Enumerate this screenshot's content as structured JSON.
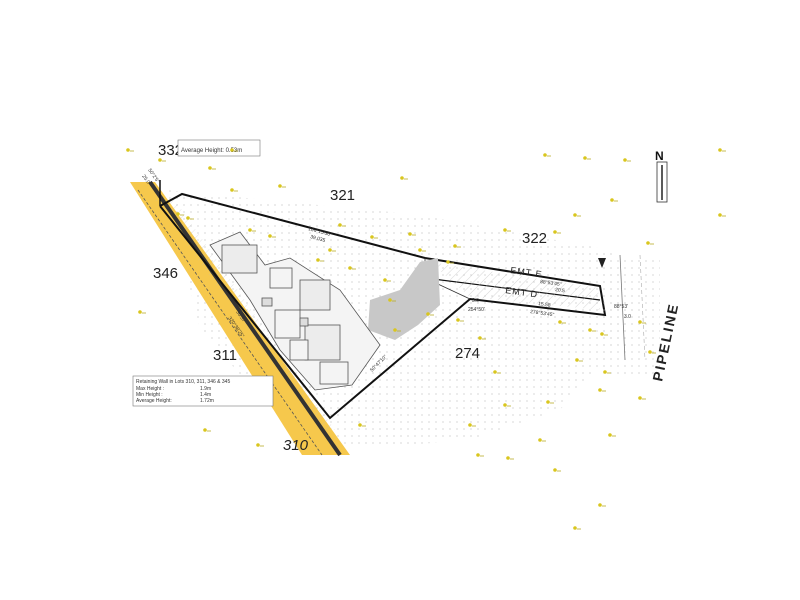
{
  "lots": [
    {
      "id": "332",
      "label": "332"
    },
    {
      "id": "321",
      "label": "321"
    },
    {
      "id": "322",
      "label": "322"
    },
    {
      "id": "346",
      "label": "346"
    },
    {
      "id": "311",
      "label": "311"
    },
    {
      "id": "274",
      "label": "274"
    },
    {
      "id": "310",
      "label": "310"
    }
  ],
  "easements": {
    "upper": "EMT E",
    "lower": "EMT D"
  },
  "road_name": "PIPELINE",
  "north_label": "N",
  "top_note": {
    "line": "Average Height: 0.53m"
  },
  "retaining_wall_note": {
    "title": "Retaining Wall in Lots 310, 311, 346 & 345",
    "max": "Max Height :",
    "max_val": "1.9m",
    "min": "Min Height :",
    "min_val": "1.4m",
    "avg": "Average Height:",
    "avg_val": "1.72m"
  },
  "dimensions": {
    "top_bearing": "106°15'30\"",
    "top_length": "39.035",
    "emte_bearing": "88°53'45\"",
    "emte_length": "20.5",
    "emtd_bearing": "278°53'45\"",
    "emtd_length": "15.58",
    "lower_left_bearing": "254°50'",
    "lower_left_length": "3.0",
    "diag_bearing": "50°47'10\"",
    "west_length": "36.57",
    "west_bearing": "320°38'25\"",
    "corner_a": "50°2'5\"",
    "corner_b": "25.0",
    "east_a": "88°53'",
    "east_b": "3.0"
  },
  "colors": {
    "retaining_wall": "#f6c84c",
    "boundary": "#111111",
    "spot_level": "#d9c61e",
    "pool": "#c8c8c8"
  }
}
